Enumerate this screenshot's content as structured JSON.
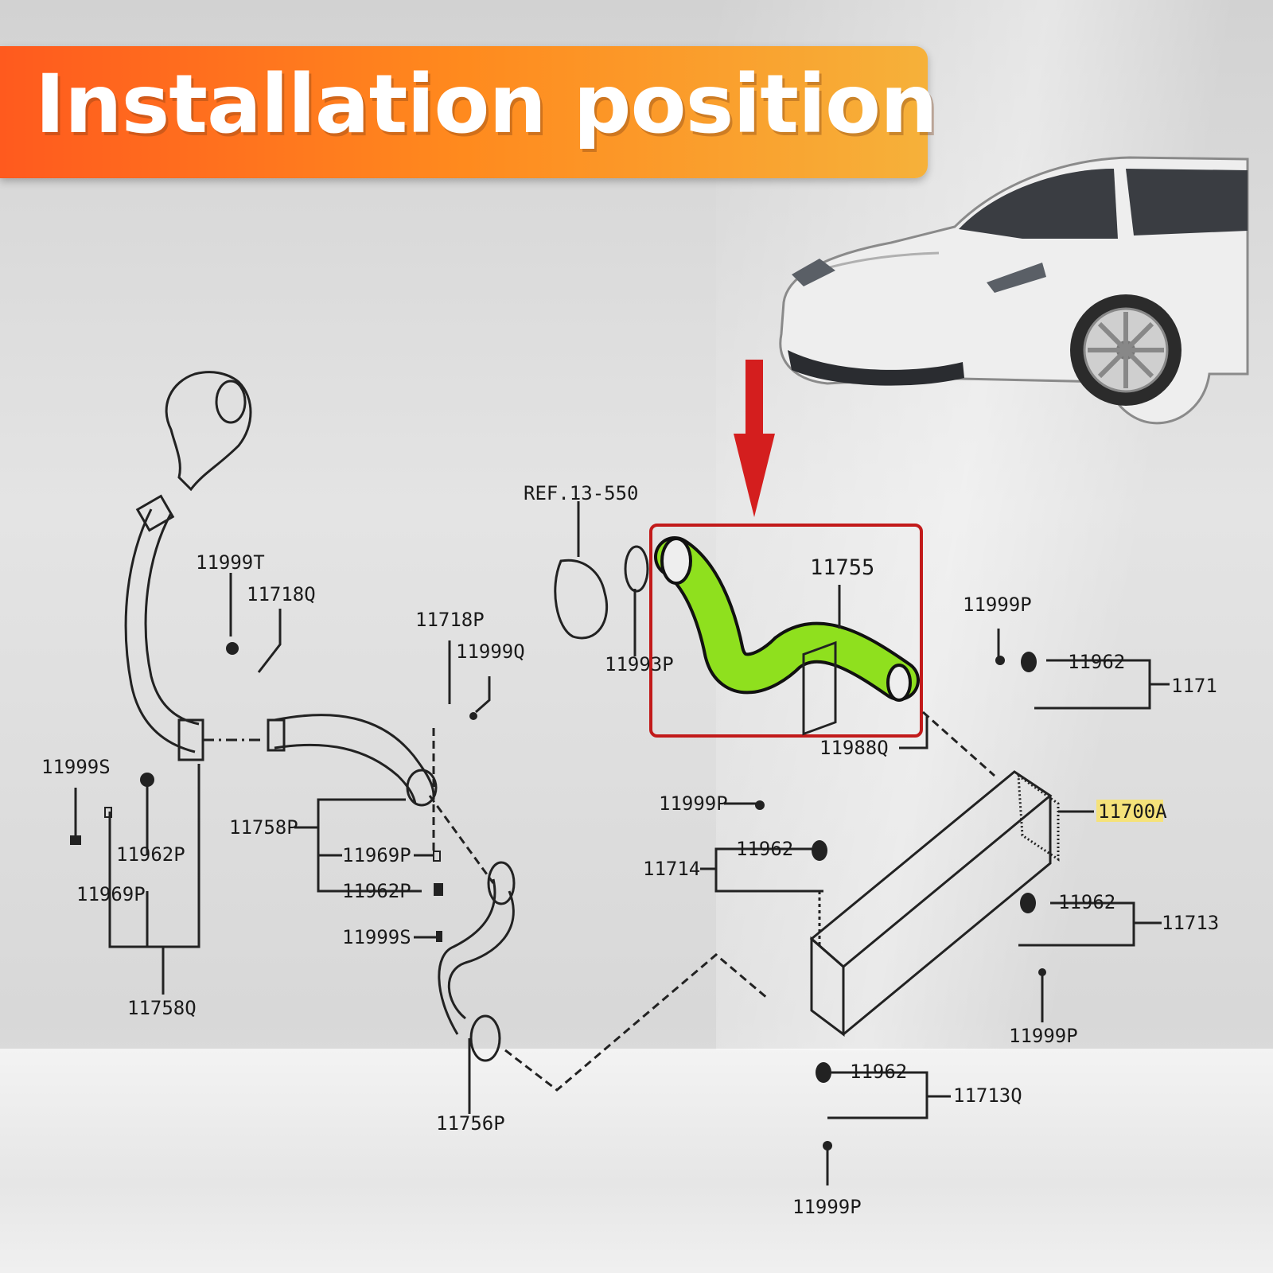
{
  "banner": {
    "title": "Installation position"
  },
  "colors": {
    "highlight_part": "#8fe01e",
    "highlight_box": "#c21a1a",
    "arrow": "#d41e1e",
    "banner_start": "#ff5a1e",
    "banner_end": "#f6b13a"
  },
  "labels": {
    "ref": "REF.13-550",
    "hose_main": "11755",
    "p11999t": "11999T",
    "p11718q": "11718Q",
    "p11718p": "11718P",
    "p11999q": "11999Q",
    "p11993p": "11993P",
    "p11999p_a": "11999P",
    "p11962_a": "11962",
    "p1171_right": "1171",
    "p11988q": "11988Q",
    "p11999s_a": "11999S",
    "p11962p_a": "11962P",
    "p11969p_a": "11969P",
    "p11758q": "11758Q",
    "p11758p": "11758P",
    "p11969p_b": "11969P",
    "p11962p_b": "11962P",
    "p11999s_b": "11999S",
    "p11999p_b": "11999P",
    "p11700a": "11700A",
    "p11714": "11714",
    "p11962_b": "11962",
    "p11962_c": "11962",
    "p11713": "11713",
    "p11999p_c": "11999P",
    "p11756p": "11756P",
    "p11962_d": "11962",
    "p11713q": "11713Q",
    "p11999p_d": "11999P"
  }
}
